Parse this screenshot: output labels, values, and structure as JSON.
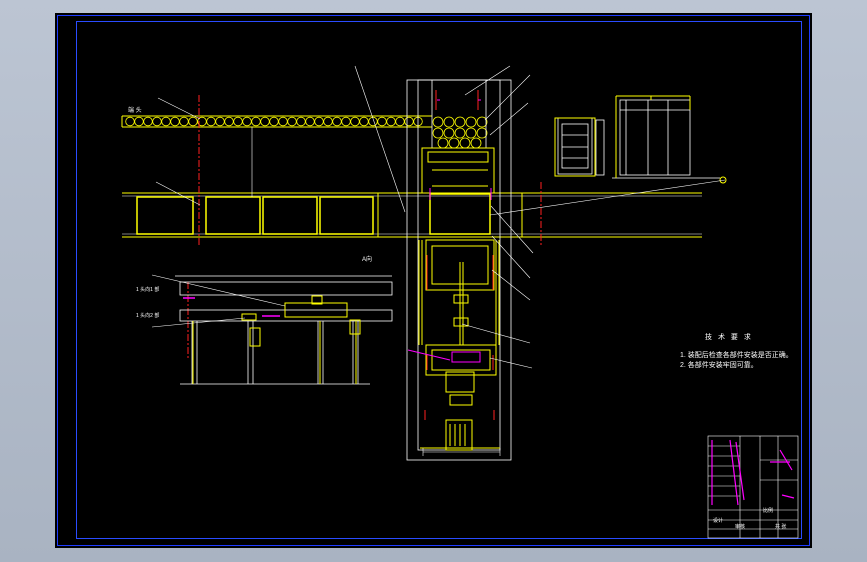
{
  "drawing": {
    "label_head": "端 头",
    "label_view": "A向",
    "label_dim_left": "1 头向1 部",
    "label_dim_left2": "1 头向2 部",
    "notes_title": "技 术 要 求",
    "note_1": "1. 装配后检查各部件安装是否正确。",
    "note_2": "2. 各部件安装牢固可靠。",
    "titleblock_designer": "设计",
    "titleblock_checker": "审核",
    "titleblock_scale": "比例",
    "titleblock_sheet": "共 张"
  },
  "colors": {
    "line_yellow": "#ffff00",
    "line_white": "#ffffff",
    "line_red": "#ff2020",
    "line_magenta": "#ff00ff",
    "frame_blue": "#1f3cff"
  }
}
